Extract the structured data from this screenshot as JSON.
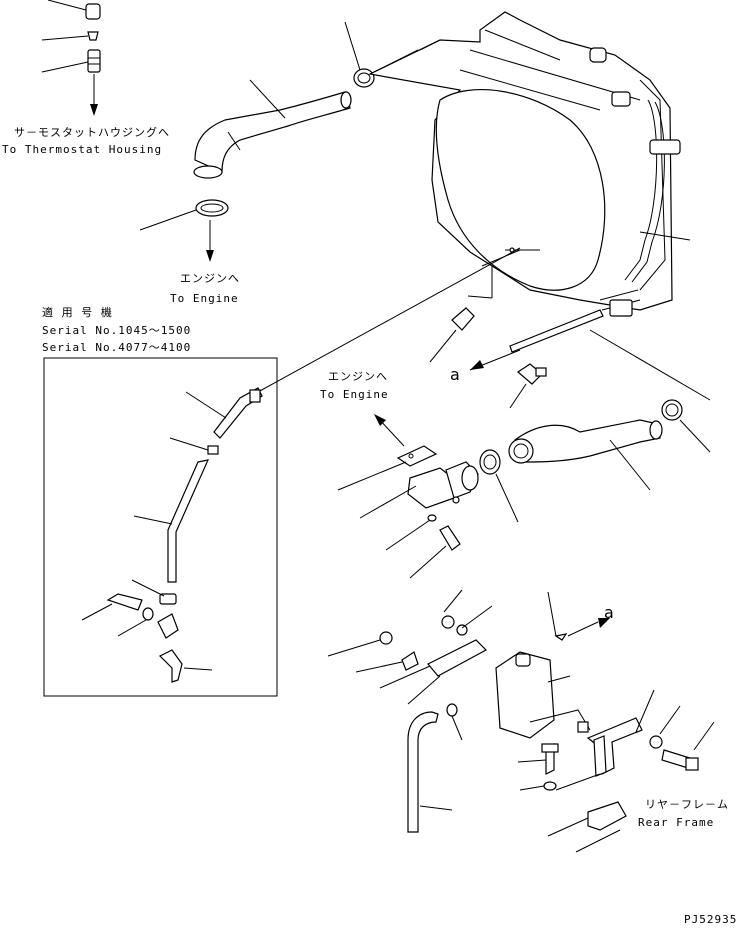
{
  "labels": {
    "to_thermostat_jp": "サ－モスタットハウジングへ",
    "to_thermostat_en": "To Thermostat Housing",
    "to_engine_jp_1": "エンジンへ",
    "to_engine_en_1": "To Engine",
    "to_engine_jp_2": "エンジンへ",
    "to_engine_en_2": "To Engine",
    "applicable_jp": "適 用 号 機",
    "serial_1": "Serial No.1045～1500",
    "serial_2": "Serial No.4077～4100",
    "rear_frame_jp": "リヤ－フレ－ム",
    "rear_frame_en": "Rear Frame",
    "ref_a_1": "a",
    "ref_a_2": "a",
    "drawing_id": "PJ52935"
  }
}
